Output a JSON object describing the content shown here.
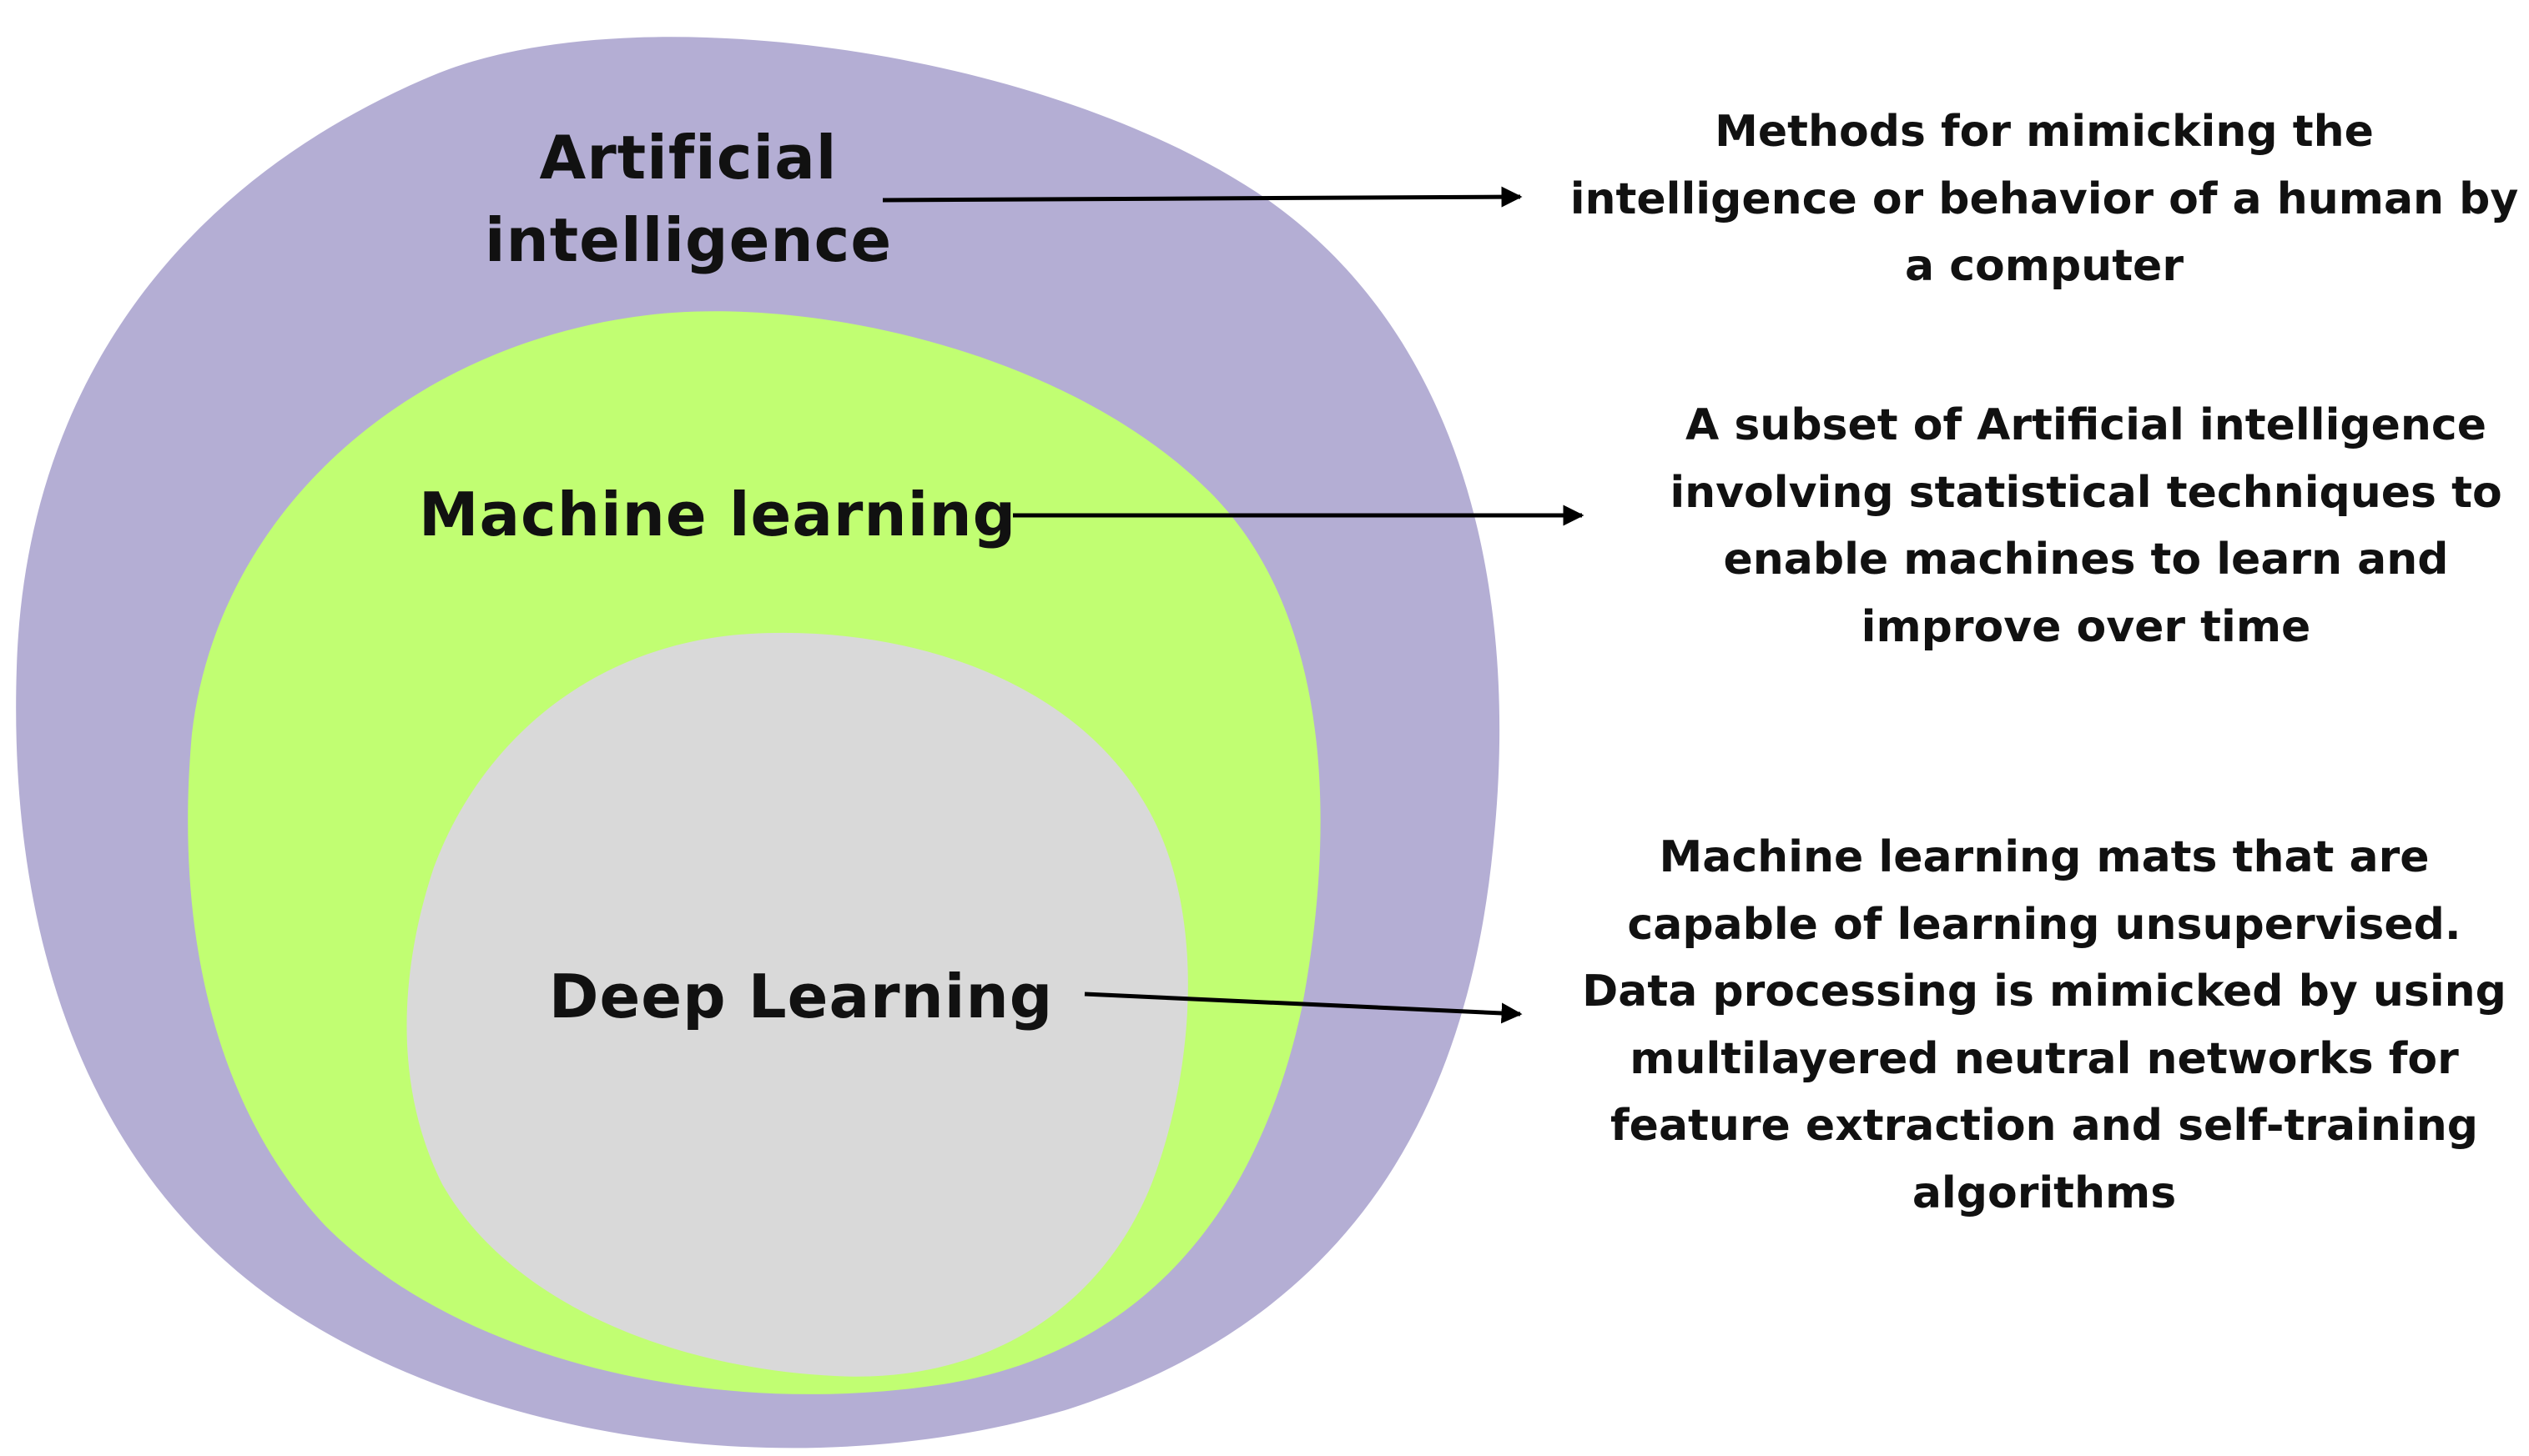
{
  "diagram": {
    "regions": {
      "ai": {
        "label": "Artificial intelligence",
        "color": "#b4aed4"
      },
      "ml": {
        "label": "Machine learning",
        "color": "#c1fe72"
      },
      "dl": {
        "label": "Deep Learning",
        "color": "#d9d9d9"
      }
    },
    "descriptions": {
      "ai": "Methods for mimicking the intelligence or behavior of a human by a computer",
      "ml": "A subset of Artificial intelligence involving statistical techniques to enable machines to learn and improve over time",
      "dl": "Machine learning mats that are capable of learning unsupervised. Data processing is mimicked by using multilayered neutral networks for feature extraction and self-training algorithms"
    },
    "arrow_color": "#000000"
  }
}
